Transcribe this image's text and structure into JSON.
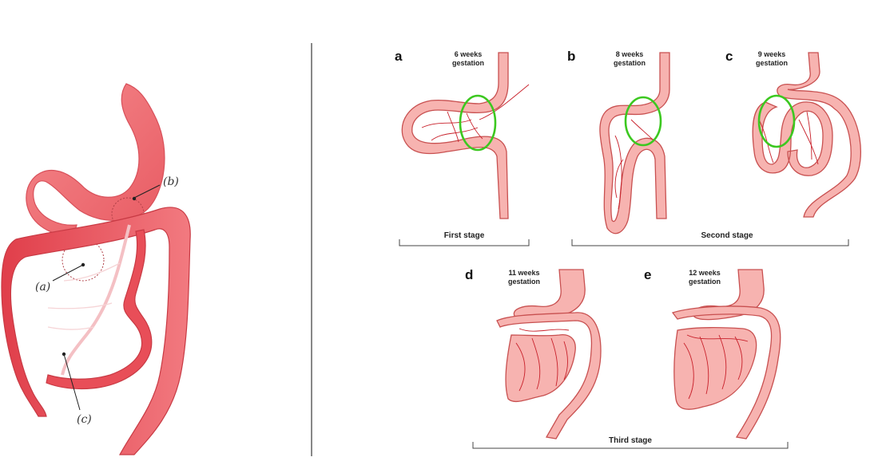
{
  "left_figure": {
    "markers": [
      "(a)",
      "(b)",
      "(c)"
    ]
  },
  "right_figure": {
    "panels": [
      {
        "letter": "a",
        "gestation_line1": "6 weeks",
        "gestation_line2": "gestation"
      },
      {
        "letter": "b",
        "gestation_line1": "8 weeks",
        "gestation_line2": "gestation"
      },
      {
        "letter": "c",
        "gestation_line1": "9 weeks",
        "gestation_line2": "gestation"
      },
      {
        "letter": "d",
        "gestation_line1": "11 weeks",
        "gestation_line2": "gestation"
      },
      {
        "letter": "e",
        "gestation_line1": "12 weeks",
        "gestation_line2": "gestation"
      }
    ],
    "stages": {
      "first": "First stage",
      "second": "Second stage",
      "third": "Third stage"
    }
  },
  "colors": {
    "intestine_fill": "#f7b3b0",
    "intestine_outline": "#c85050",
    "vessel": "#c8202a",
    "highlight_ring": "#3cc820",
    "left_intestine": "#e9545e",
    "left_stomach": "#ef7478",
    "divider": "#555555"
  }
}
